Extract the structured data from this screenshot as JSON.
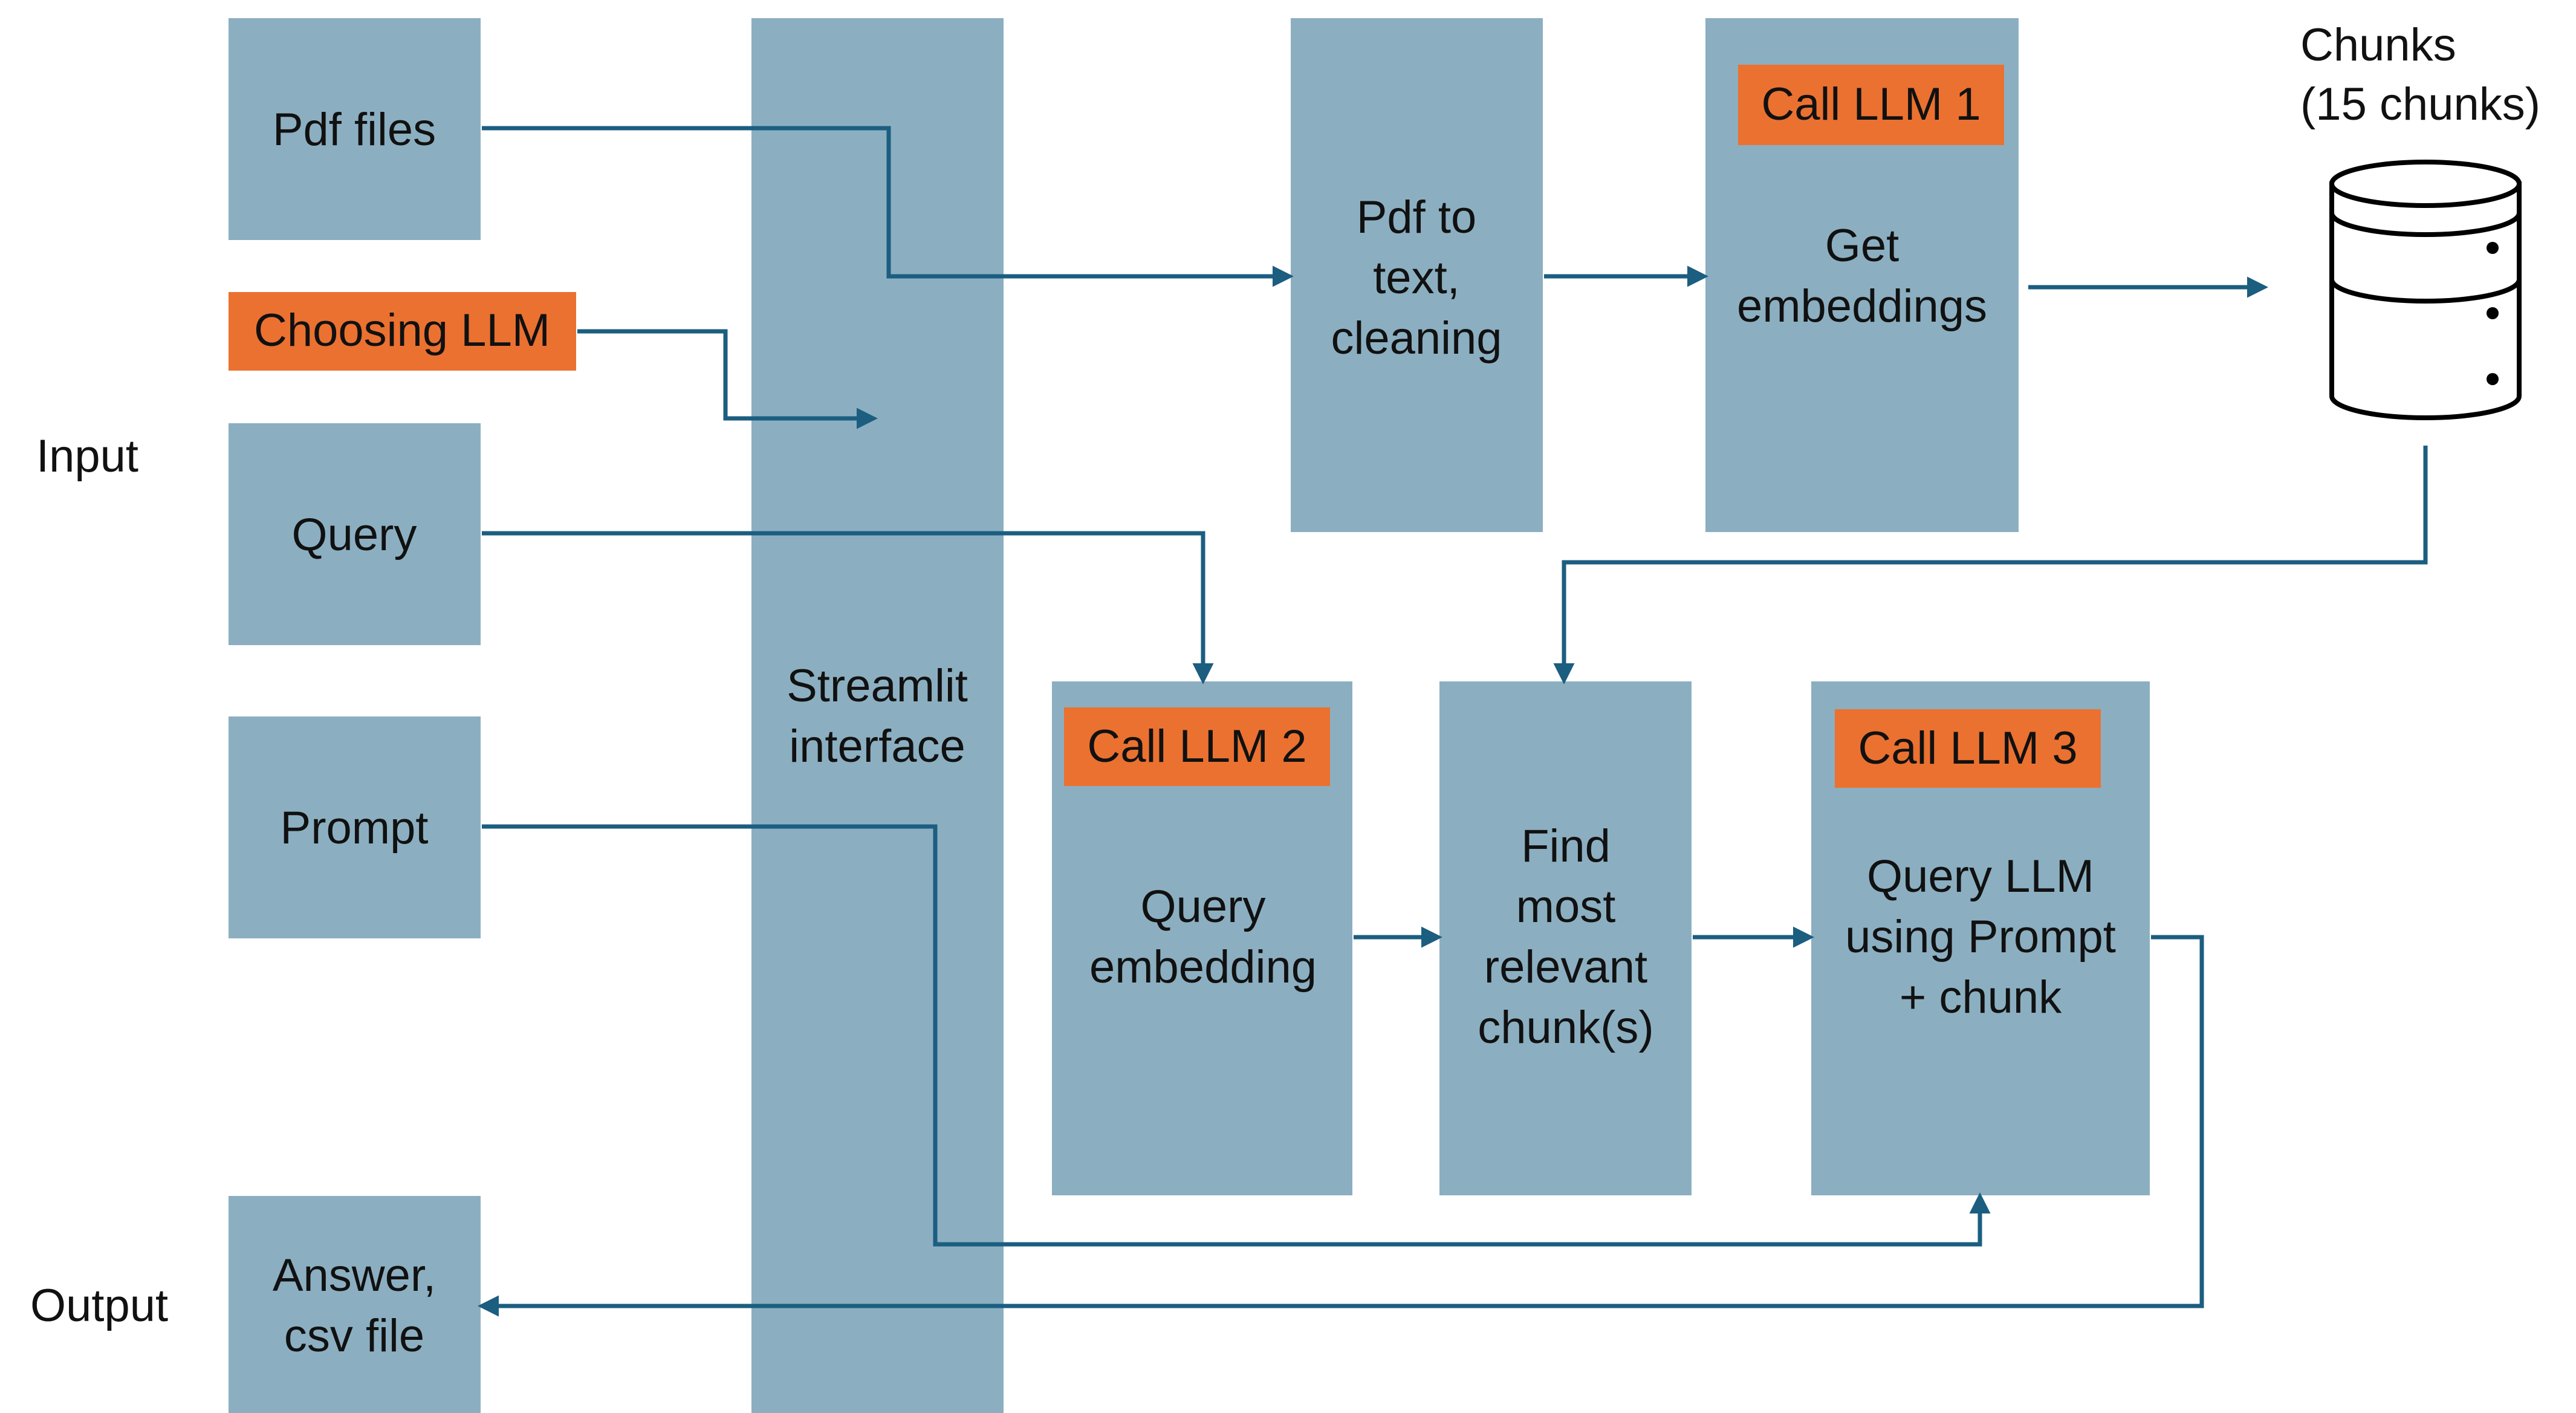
{
  "side_labels": {
    "input": "Input",
    "output": "Output"
  },
  "inputs": {
    "pdf_files": "Pdf files",
    "choosing_llm": "Choosing LLM",
    "query": "Query",
    "prompt": "Prompt"
  },
  "output": {
    "line1": "Answer,",
    "line2": "csv file"
  },
  "streamlit": {
    "line1": "Streamlit",
    "line2": "interface"
  },
  "pdf_to_text": {
    "line1": "Pdf to",
    "line2": "text,",
    "line3": "cleaning"
  },
  "get_embeddings": {
    "tag": "Call LLM 1",
    "line1": "Get",
    "line2": "embeddings"
  },
  "chunks": {
    "line1": "Chunks",
    "line2": "(15 chunks)",
    "icon": "database-icon"
  },
  "query_embedding": {
    "tag": "Call LLM 2",
    "line1": "Query",
    "line2": "embedding"
  },
  "find_chunks": {
    "line1": "Find",
    "line2": "most",
    "line3": "relevant",
    "line4": "chunk(s)"
  },
  "query_llm": {
    "tag": "Call LLM 3",
    "line1": "Query LLM",
    "line2": "using Prompt",
    "line3": "+ chunk"
  },
  "colors": {
    "box": "#8BAFC1",
    "tag": "#EB7131",
    "arrow": "#1B5E80"
  }
}
